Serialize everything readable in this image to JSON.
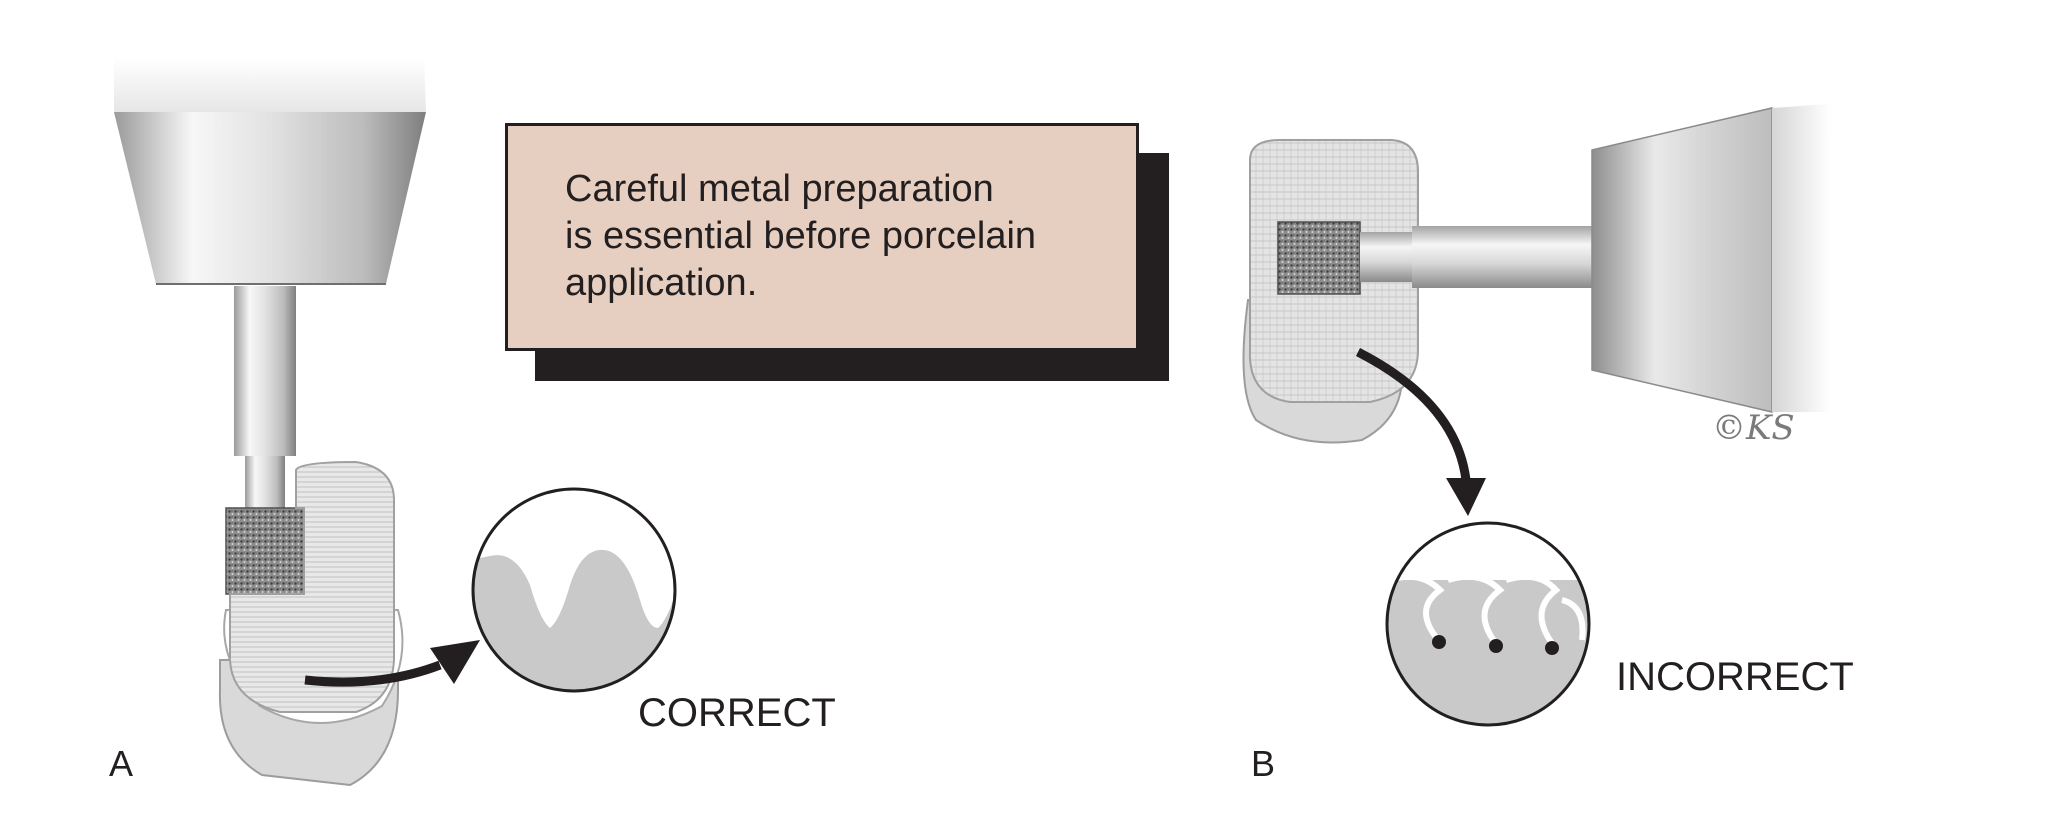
{
  "callout": {
    "lines": [
      "Careful metal preparation",
      "is essential before porcelain",
      "application."
    ]
  },
  "panel_a": {
    "letter": "A",
    "result_label": "CORRECT"
  },
  "panel_b": {
    "letter": "B",
    "result_label": "INCORRECT"
  },
  "signature": "©KS",
  "colors": {
    "callout_fill": "#e6cfc0",
    "callout_shadow": "#231f20",
    "detail_fill": "#c9c9c9",
    "metal_light": "#f4f4f4",
    "metal_dark": "#8c8c8c"
  },
  "icons": [
    "handpiece-icon",
    "diamond-bur-icon",
    "metal-coping-icon",
    "arrow-icon",
    "magnified-surface-icon"
  ]
}
